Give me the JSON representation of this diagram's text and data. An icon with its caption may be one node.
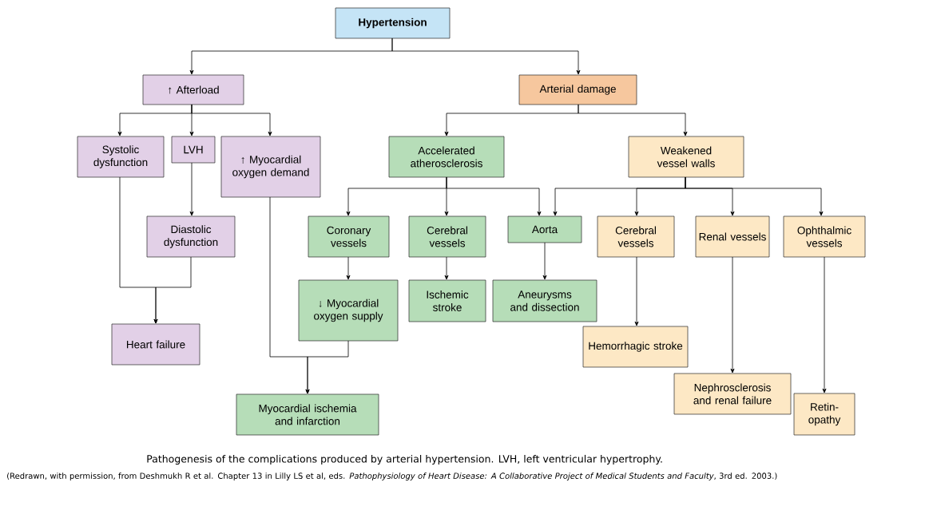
{
  "diagram": {
    "caption": "Pathogenesis of the complications produced by arterial hypertension. LVH, left ventricular hypertrophy.",
    "nodes": [
      {
        "text": [
          "Hypertension"
        ]
      },
      {
        "text": [
          "↑ Afterload"
        ]
      },
      {
        "text": [
          "Arterial damage"
        ]
      },
      {
        "text": [
          "Systolic dysfunction"
        ]
      },
      {
        "text": [
          "LVH"
        ]
      },
      {
        "text": [
          "↑ Myocardial oxygen demand"
        ]
      },
      {
        "text": [
          "Accelerated atherosclerosis"
        ]
      },
      {
        "text": [
          "Weakened vessel walls"
        ]
      },
      {
        "text": [
          "Diastolic dysfunction"
        ]
      },
      {
        "text": [
          "Coronary vessels"
        ]
      },
      {
        "text": [
          "Cerebral vessels"
        ]
      },
      {
        "text": [
          "Aorta"
        ]
      },
      {
        "text": [
          "Cerebral vessels"
        ]
      },
      {
        "text": [
          "Renal vessels"
        ]
      },
      {
        "text": [
          "Ophthalmic vessels"
        ]
      },
      {
        "text": [
          "↓ Myocardial oxygen supply"
        ]
      },
      {
        "text": [
          "Ischemic stroke"
        ]
      },
      {
        "text": [
          "Aneurysms and dissection"
        ]
      },
      {
        "text": [
          "Hemorrhagic stroke"
        ]
      },
      {
        "text": [
          "Heart failure"
        ]
      },
      {
        "text": [
          "Nephrosclerosis and renal failure"
        ]
      },
      {
        "text": [
          "Myocardial ischemia and infarction"
        ]
      },
      {
        "text": [
          "Retin- opathy"
        ]
      }
    ],
    "edges": [
      {
        "from": 0,
        "to": 1,
        "arrow": "to"
      },
      {
        "from": 0,
        "to": 2,
        "arrow": "to"
      },
      {
        "from": 1,
        "to": 3,
        "arrow": "to"
      },
      {
        "from": 1,
        "to": 4,
        "arrow": "to"
      },
      {
        "from": 1,
        "to": 5,
        "arrow": "to"
      },
      {
        "from": 2,
        "to": 6,
        "arrow": "to"
      },
      {
        "from": 2,
        "to": 7,
        "arrow": "to"
      },
      {
        "from": 4,
        "to": 8,
        "arrow": "to"
      },
      {
        "from": 3,
        "to": 19,
        "arrow": "to"
      },
      {
        "from": 8,
        "to": 19,
        "arrow": "to"
      },
      {
        "from": 5,
        "to": 21,
        "arrow": "to"
      },
      {
        "from": 15,
        "to": 21,
        "arrow": "to"
      },
      {
        "from": 6,
        "to": 9,
        "arrow": "to"
      },
      {
        "from": 6,
        "to": 10,
        "arrow": "to"
      },
      {
        "from": 6,
        "to": 11,
        "arrow": "to"
      },
      {
        "from": 7,
        "to": 11,
        "arrow": "to"
      },
      {
        "from": 7,
        "to": 12,
        "arrow": "to"
      },
      {
        "from": 7,
        "to": 13,
        "arrow": "to"
      },
      {
        "from": 7,
        "to": 14,
        "arrow": "to"
      },
      {
        "from": 9,
        "to": 15,
        "arrow": "to"
      },
      {
        "from": 10,
        "to": 16,
        "arrow": "to"
      },
      {
        "from": 11,
        "to": 17,
        "arrow": "to"
      },
      {
        "from": 12,
        "to": 18,
        "arrow": "to"
      },
      {
        "from": 13,
        "to": 20,
        "arrow": "to"
      },
      {
        "from": 14,
        "to": 22,
        "arrow": "to"
      }
    ],
    "labels": [
      "(Redrawn, with permission, from Deshmukh R et al. Chapter 13 in Lilly LS et al, eds. *Pathophysiology of Heart Disease: A Collaborative Project of Medical Students and Faculty*, 3rd ed. 2003.)"
    ]
  }
}
